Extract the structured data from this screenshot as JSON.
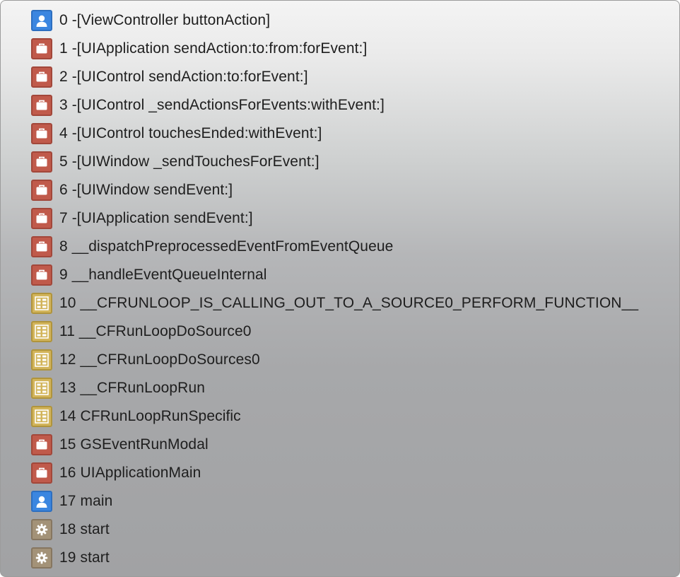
{
  "frames": [
    {
      "label": "0 -[ViewController buttonAction]",
      "kind": "user",
      "icon": "person-icon"
    },
    {
      "label": "1 -[UIApplication sendAction:to:from:forEvent:]",
      "kind": "framework",
      "icon": "briefcase-icon"
    },
    {
      "label": "2 -[UIControl sendAction:to:forEvent:]",
      "kind": "framework",
      "icon": "briefcase-icon"
    },
    {
      "label": "3 -[UIControl _sendActionsForEvents:withEvent:]",
      "kind": "framework",
      "icon": "briefcase-icon"
    },
    {
      "label": "4 -[UIControl touchesEnded:withEvent:]",
      "kind": "framework",
      "icon": "briefcase-icon"
    },
    {
      "label": "5 -[UIWindow _sendTouchesForEvent:]",
      "kind": "framework",
      "icon": "briefcase-icon"
    },
    {
      "label": "6 -[UIWindow sendEvent:]",
      "kind": "framework",
      "icon": "briefcase-icon"
    },
    {
      "label": "7 -[UIApplication sendEvent:]",
      "kind": "framework",
      "icon": "briefcase-icon"
    },
    {
      "label": "8 __dispatchPreprocessedEventFromEventQueue",
      "kind": "framework",
      "icon": "briefcase-icon"
    },
    {
      "label": "9 __handleEventQueueInternal",
      "kind": "framework",
      "icon": "briefcase-icon"
    },
    {
      "label": "10 __CFRUNLOOP_IS_CALLING_OUT_TO_A_SOURCE0_PERFORM_FUNCTION__",
      "kind": "corefoundation",
      "icon": "grid-icon"
    },
    {
      "label": "11 __CFRunLoopDoSource0",
      "kind": "corefoundation",
      "icon": "grid-icon"
    },
    {
      "label": "12 __CFRunLoopDoSources0",
      "kind": "corefoundation",
      "icon": "grid-icon"
    },
    {
      "label": "13 __CFRunLoopRun",
      "kind": "corefoundation",
      "icon": "grid-icon"
    },
    {
      "label": "14 CFRunLoopRunSpecific",
      "kind": "corefoundation",
      "icon": "grid-icon"
    },
    {
      "label": "15 GSEventRunModal",
      "kind": "framework",
      "icon": "briefcase-icon"
    },
    {
      "label": "16 UIApplicationMain",
      "kind": "framework",
      "icon": "briefcase-icon"
    },
    {
      "label": "17 main",
      "kind": "user",
      "icon": "person-icon"
    },
    {
      "label": "18 start",
      "kind": "system",
      "icon": "gear-icon"
    },
    {
      "label": "19 start",
      "kind": "system",
      "icon": "gear-icon"
    }
  ],
  "colors": {
    "user": "#3b86e0",
    "framework": "#c05a4b",
    "corefoundation": "#d2b45a",
    "system": "#a39278",
    "text": "#1e1e1e"
  }
}
